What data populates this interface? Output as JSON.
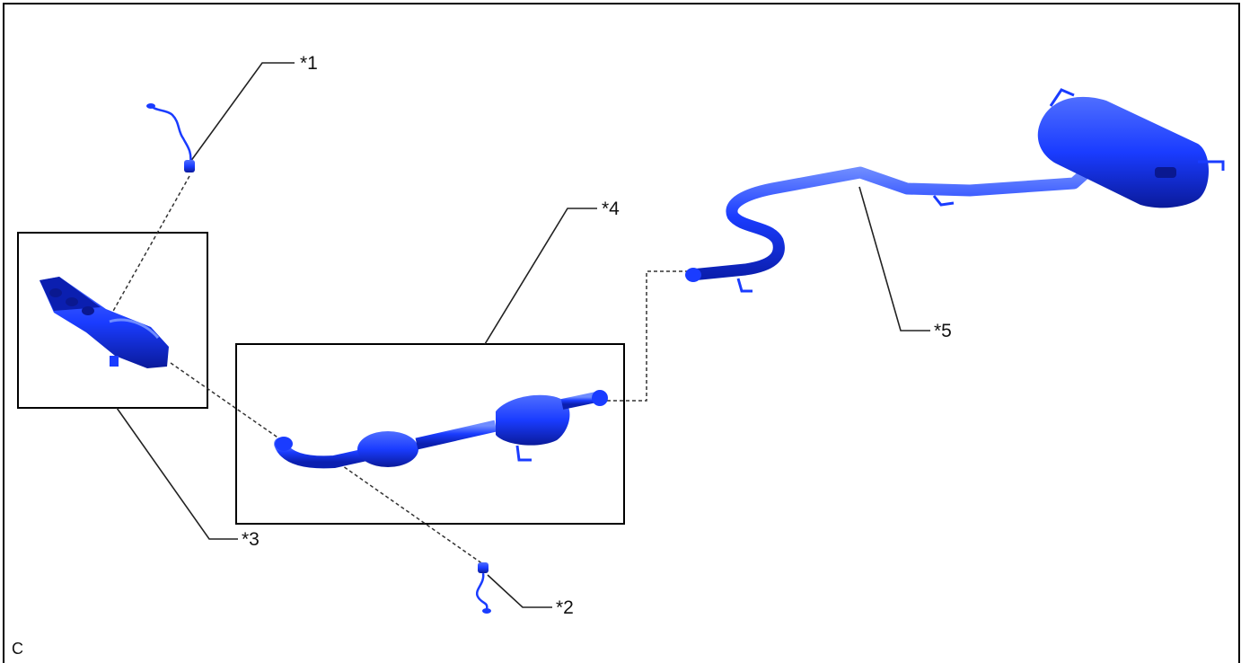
{
  "diagram": {
    "callouts": {
      "c1": "*1",
      "c2": "*2",
      "c3": "*3",
      "c4": "*4",
      "c5": "*5"
    },
    "corner_label": "C",
    "colors": {
      "part_fill": "#1a3cff",
      "part_dark": "#0b1fb0",
      "part_highlight": "#5f7dff",
      "line": "#222222",
      "box_border": "#000000"
    },
    "icons": {
      "o2_sensor": "sensor-icon",
      "manifold": "exhaust-manifold-icon",
      "converter": "catalytic-converter-icon",
      "tailpipe": "tail-pipe-muffler-icon"
    }
  }
}
